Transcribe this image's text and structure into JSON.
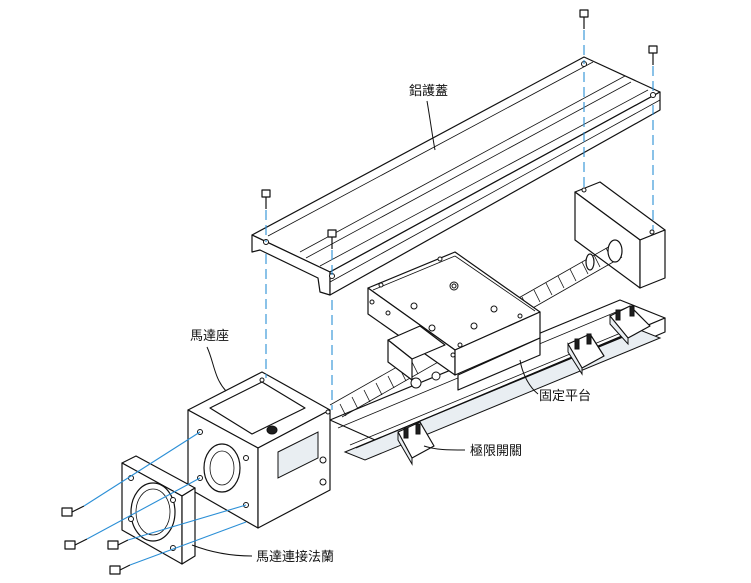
{
  "labels": {
    "aluminum_cover": "鋁護蓋",
    "motor_seat": "馬達座",
    "fixed_platform": "固定平台",
    "limit_switch": "極限開關",
    "motor_flange": "馬達連接法蘭"
  },
  "colors": {
    "assembly_line": "#2b8fd6",
    "outline": "#111111",
    "background": "#ffffff"
  }
}
